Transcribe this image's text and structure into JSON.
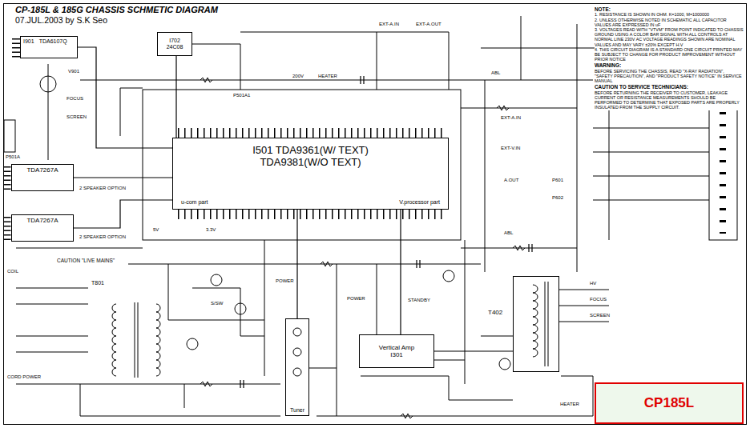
{
  "diagram": {
    "title": "CP-185L & 185G CHASSIS SCHMETIC DIAGRAM",
    "nodes": [
      {
        "text": [
          "I901",
          "TDA6107Q"
        ]
      },
      {
        "text": [
          "I702",
          "24C08"
        ]
      },
      {
        "text": [
          "I501 TDA9361(W/ TEXT)",
          "TDA9381(W/O TEXT)",
          "u-com part",
          "V.processor part"
        ]
      },
      {
        "text": [
          "TDA7267A"
        ]
      },
      {
        "text": [
          "TDA7267A"
        ]
      },
      {
        "text": [
          "Vertical Amp",
          "I301"
        ]
      },
      {
        "text": [
          "Tuner"
        ]
      },
      {
        "text": [
          "T402"
        ]
      },
      {
        "text": [
          "CP185L"
        ]
      }
    ],
    "edges": [
      {
        "from": 2,
        "to": 0,
        "arrow": "none"
      },
      {
        "from": 2,
        "to": 1,
        "arrow": "none"
      },
      {
        "from": 2,
        "to": 3,
        "arrow": "none"
      },
      {
        "from": 2,
        "to": 4,
        "arrow": "none"
      },
      {
        "from": 2,
        "to": 5,
        "arrow": "none"
      },
      {
        "from": 2,
        "to": 6,
        "arrow": "none"
      },
      {
        "from": 5,
        "to": 7,
        "arrow": "none"
      }
    ],
    "labels": [
      "NOTE:",
      "1. RESISTANCE IS SHOWN IN OHM. K=1000, M=1000000",
      "2. UNLESS OTHERWISE NOTED IN SCHEMATIC ALL CAPACITOR VALUES ARE EXPRESSED IN uF",
      "3. VOLTAGES READ WITH \"VTVM\" FROM POINT INDICATED TO CHASSIS GROUND USING A COLOR BAR SIGNAL WITH ALL CONTROLS AT NORMAL LINE 230V AC VOLTAGE READINGS SHOWN ARE NOMINAL VALUES AND MAY VARY ±20% EXCEPT H.V",
      "4. THIS CIRCUIT DIAGRAM IS A STANDARD ONE CIRCUIT PRINTED MAY BE SUBJECT TO CHANGE FOR PRODUCT IMPROVEMENT WITHOUT PRIOR NOTICE",
      "WARNING:",
      "BEFORE SERVICING THE CHASSIS, READ \"X-RAY RADIATION\", \"SAFETY PRECAUTION\", AND \"PRODUCT SAFETY NOTICE\" IN SERVICE MANUAL",
      "CAUTION TO SERVICE TECHNICIANS:",
      "BEFORE RETURNING THE RECEIVER TO CUSTOMER, LEAKAGE CURRENT OR RESISTANCE MEASUREMENTS SHOULD BE PERFORMED TO DETERMINE THAT EXPOSED PARTS ARE PROPERLY INSULATED FROM THE SUPPLY CIRCUIT.",
      "07.JUL.2003 by S.K Seo",
      "V901",
      "FOCUS",
      "SCREEN",
      "P501A",
      "P501A1",
      "200V",
      "HEATER",
      "5V",
      "3.3V",
      "2 SPEAKER OPTION",
      "2 SPEAKER OPTION",
      "CAUTION \"LIVE MAINS\"",
      "COIL",
      "CORD POWER",
      "T801",
      "POWER",
      "POWER",
      "S/SW",
      "STANDBY",
      "EXT-A.IN",
      "EXT-A.OUT",
      "ABL",
      "EXT-A.IN",
      "EXT-V.IN",
      "A.OUT",
      "P601",
      "P602",
      "ABL",
      "HV",
      "FOCUS",
      "SCREEN",
      "HEATER"
    ]
  }
}
